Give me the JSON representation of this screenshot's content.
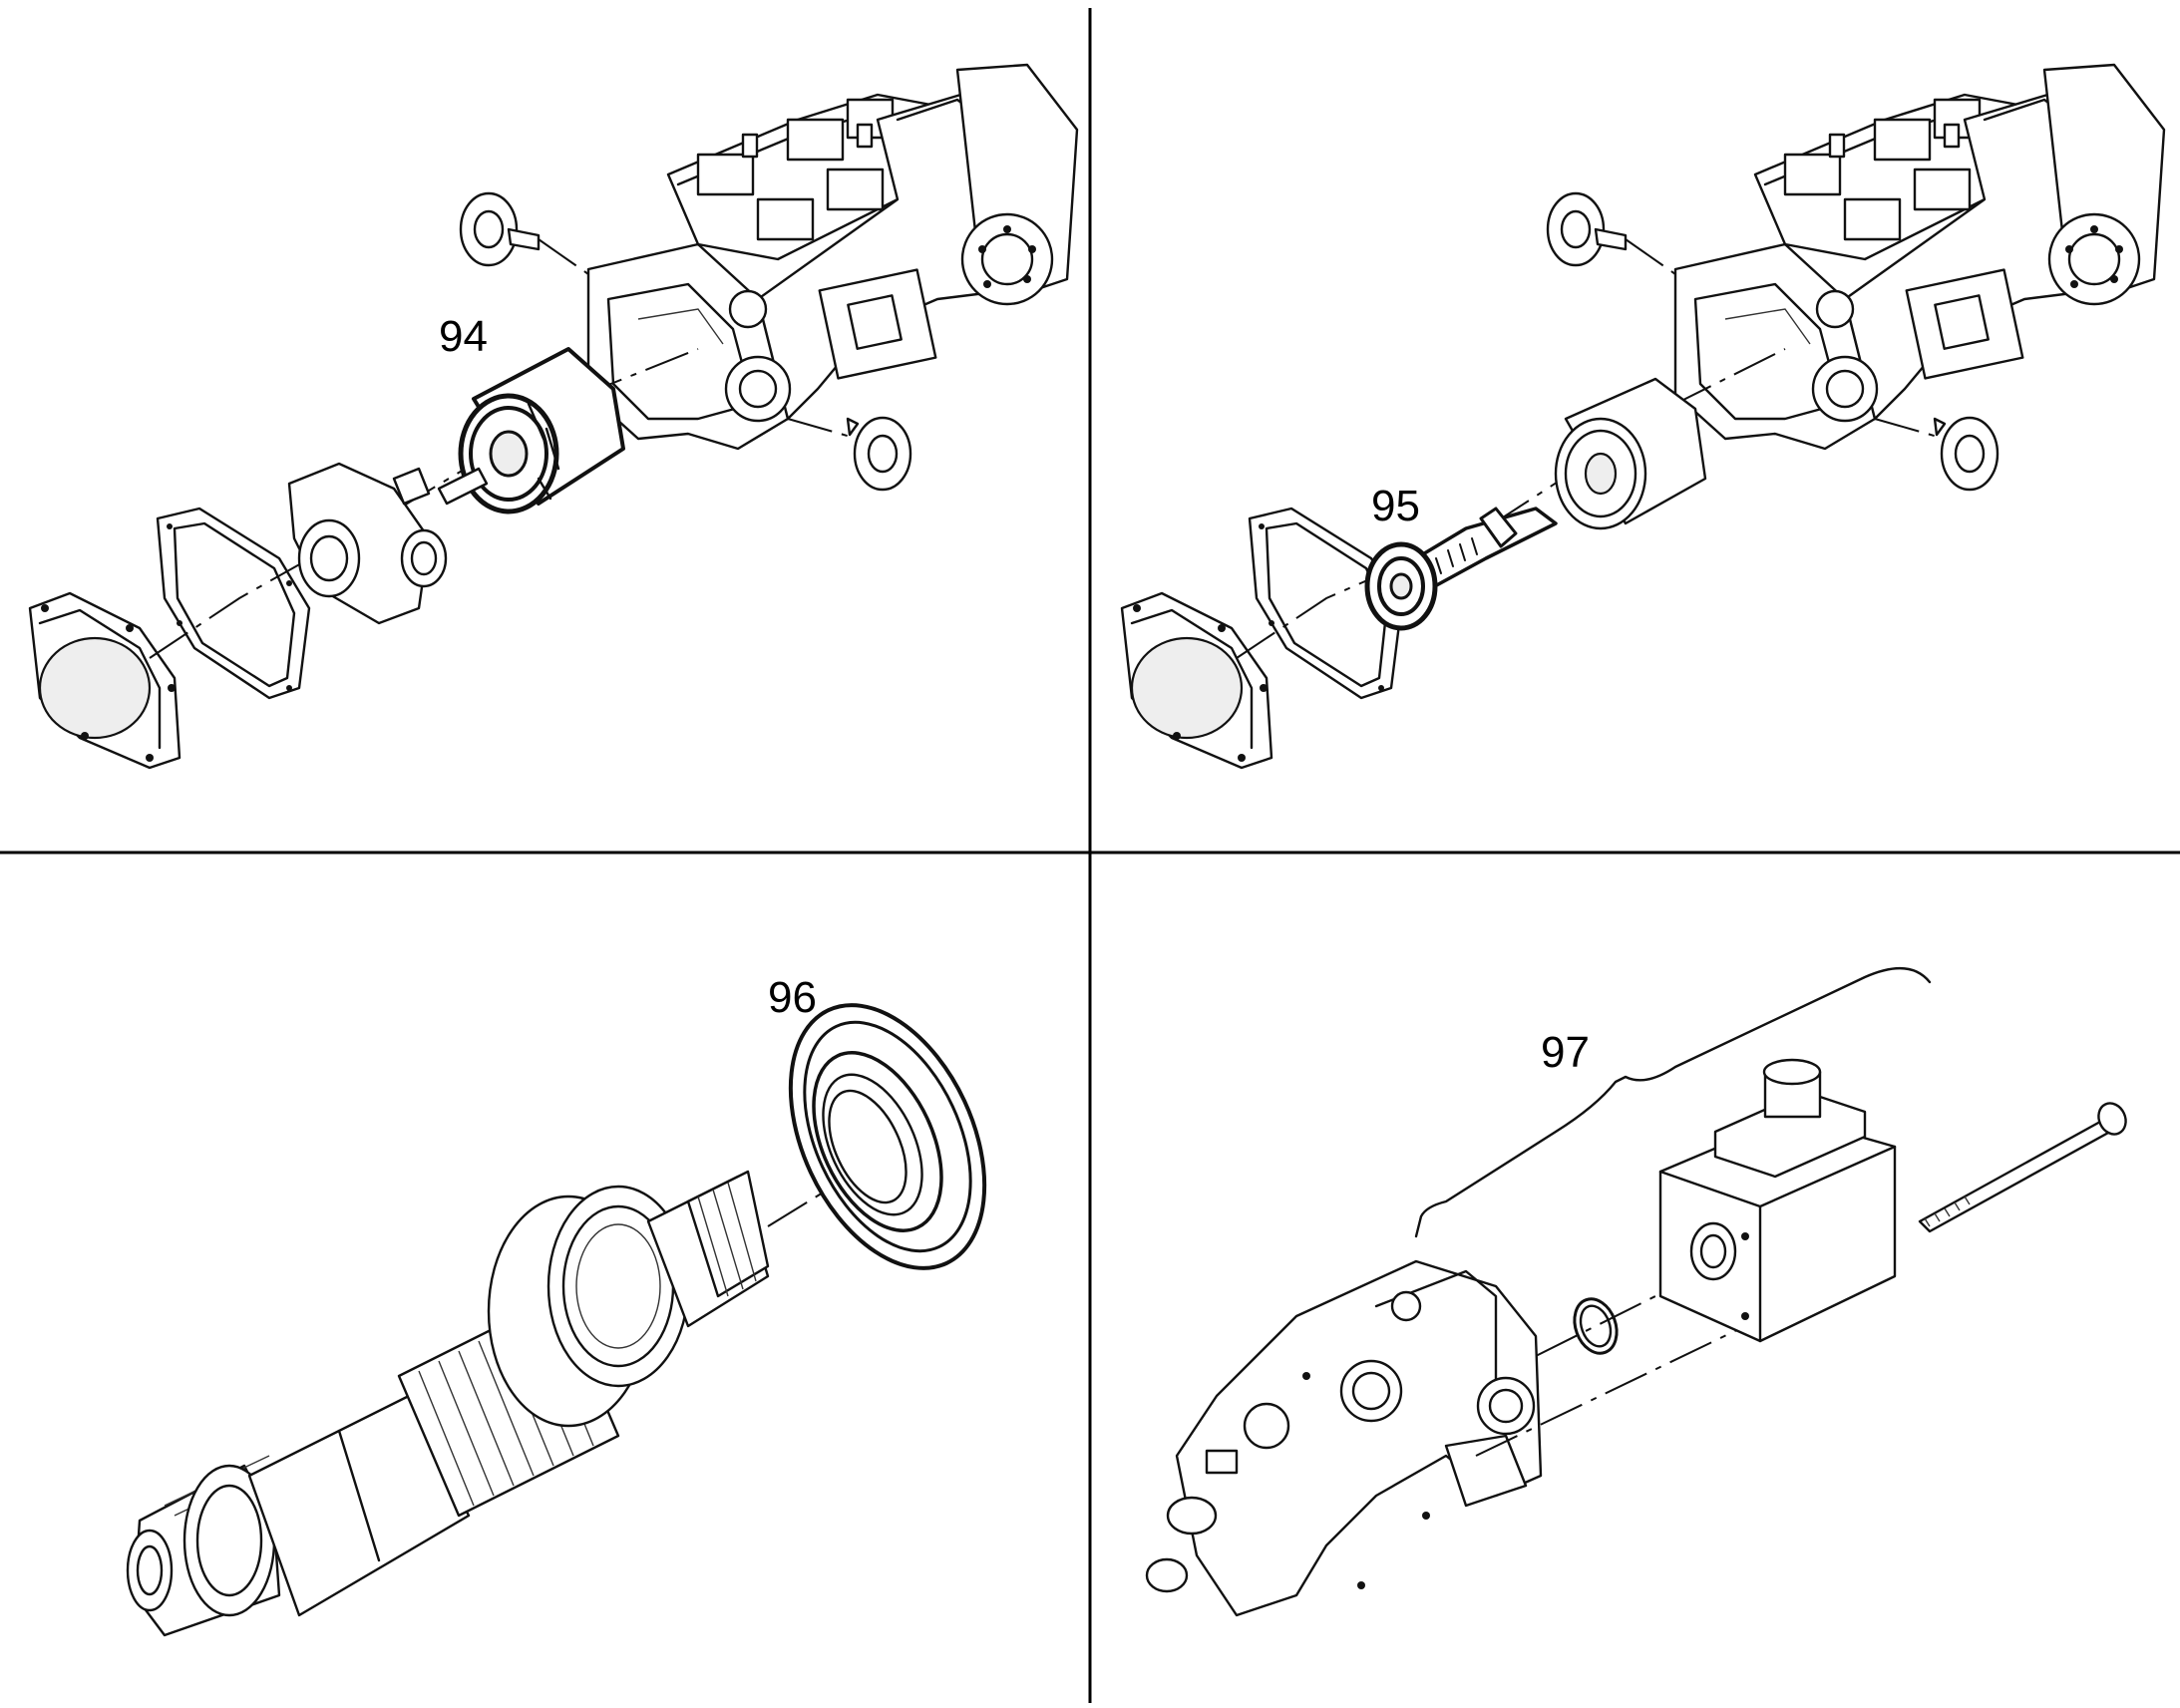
{
  "callouts": {
    "panel_top_left": "94",
    "panel_top_right": "95",
    "panel_bottom_left": "96",
    "panel_bottom_right": "97"
  },
  "icons": {
    "pump_assembly": "hydraulic-pump-exploded",
    "cylinder_block": "cylinder-block",
    "drive_shaft": "drive-shaft",
    "shaft_seal": "shaft-seal-ring",
    "control_valve": "solenoid-control-valve"
  }
}
